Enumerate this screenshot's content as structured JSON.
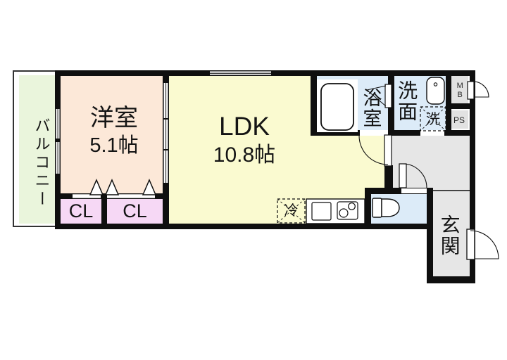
{
  "plan": {
    "type": "apartment-floor-plan",
    "balcony": {
      "label": "バルコニー",
      "color": "#eaf5dc"
    },
    "western_room": {
      "label": "洋室",
      "size": "5.1帖",
      "color": "#fce8d8"
    },
    "ldk": {
      "label": "LDK",
      "size": "10.8帖",
      "color": "#fafad0"
    },
    "closet_left": {
      "label": "CL",
      "color": "#f6d8f5"
    },
    "closet_right": {
      "label": "CL",
      "color": "#f6d8f5"
    },
    "bathroom": {
      "label": "浴室",
      "color": "#dcebf8"
    },
    "washroom": {
      "label": "洗面",
      "color": "#dcebf8"
    },
    "toilet": {
      "color": "#dcebf8"
    },
    "hallway": {
      "color": "#e6e6e6"
    },
    "entrance": {
      "label": "玄関",
      "color": "#e6e6e6"
    },
    "meter_box": {
      "label": "MB",
      "color": "#e2e2e2"
    },
    "pipe_space": {
      "label": "PS",
      "color": "#e2e2e2"
    },
    "wall_color": "#0f0f0f",
    "background": "#ffffff"
  },
  "fixtures": {
    "washing_machine_label": "洗",
    "refrigerator_label": "冷"
  }
}
